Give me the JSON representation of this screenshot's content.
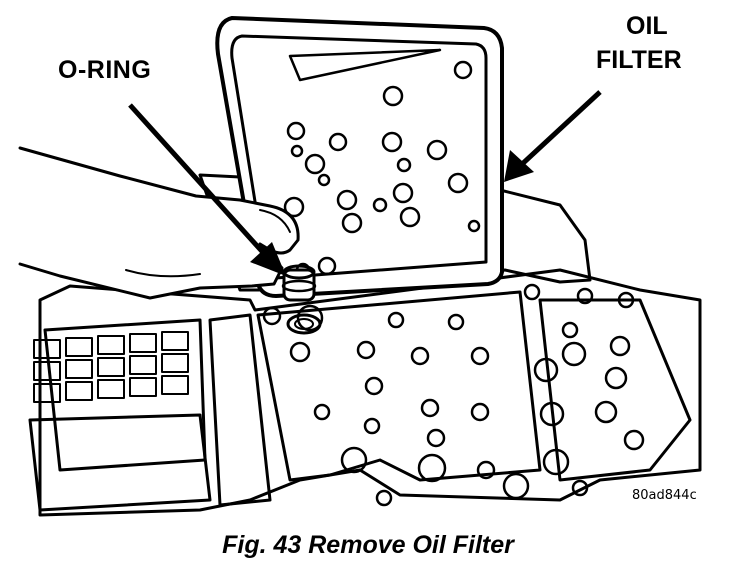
{
  "figure": {
    "callouts": {
      "o_ring": "O-RING",
      "oil_line1": "OIL",
      "oil_line2": "FILTER"
    },
    "image_code": "80ad844c"
  },
  "caption": "Fig. 43 Remove Oil Filter"
}
